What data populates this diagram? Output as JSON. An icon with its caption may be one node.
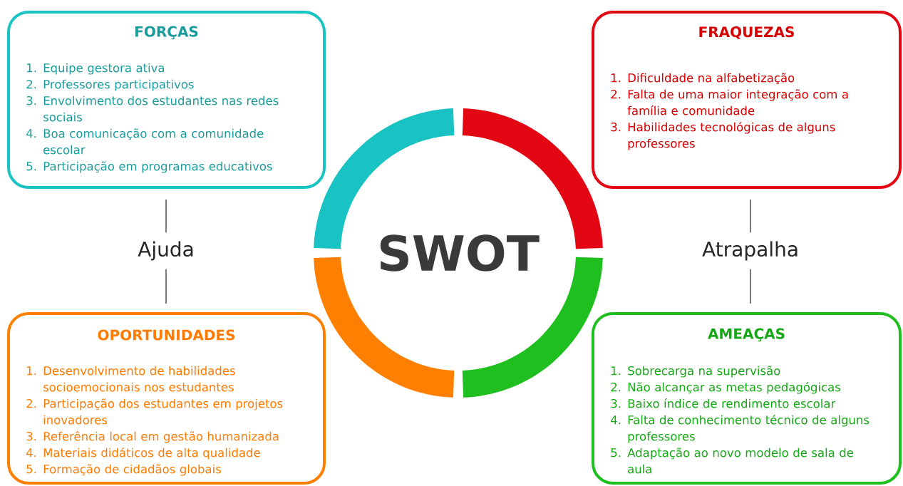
{
  "diagram": {
    "nodes": [
      {
        "text": [
          "FORÇAS",
          "1. Equipe gestora ativa",
          "2. Professores participativos",
          "3. Envolvimento dos estudantes nas redes sociais",
          "4. Boa comunicação com a comunidade escolar",
          "5. Participação em programas educativos"
        ]
      },
      {
        "text": [
          "FRAQUEZAS",
          "1. Dificuldade na alfabetização",
          "2. Falta de uma maior integração com a família e comunidade",
          "3. Habilidades tecnológicas  de alguns professores"
        ]
      },
      {
        "text": [
          "Ajuda"
        ]
      },
      {
        "text": [
          "SWOT"
        ]
      },
      {
        "text": [
          "Atrapalha"
        ]
      },
      {
        "text": [
          "OPORTUNIDADES",
          "1. Desenvolvimento de habilidades socioemocionais nos estudantes",
          "2. Participação dos estudantes em projetos inovadores",
          "3. Referência local em gestão humanizada",
          "4. Materiais didáticos de alta qualidade",
          "5. Formação de cidadãos globais"
        ]
      },
      {
        "text": [
          "AMEAÇAS",
          "1. Sobrecarga na supervisão",
          "2. Não alcançar as metas pedagógicas",
          "3. Baixo índice de rendimento escolar",
          "4. Falta de conhecimento técnico de alguns professores",
          "5. Adaptação ao novo modelo de sala de aula"
        ]
      }
    ],
    "edges": [
      {
        "from": 0,
        "to": 2,
        "arrow": "none"
      },
      {
        "from": 2,
        "to": 5,
        "arrow": "none"
      },
      {
        "from": 1,
        "to": 4,
        "arrow": "none"
      },
      {
        "from": 4,
        "to": 6,
        "arrow": "none"
      }
    ]
  }
}
